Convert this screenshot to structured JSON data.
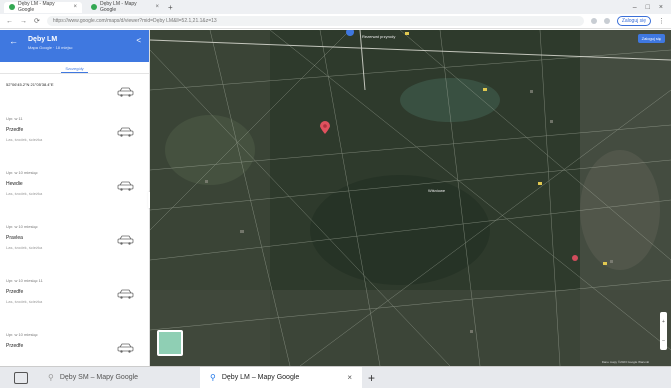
{
  "browser": {
    "tabs": [
      {
        "label": "Dęby LM - Mapy Google"
      },
      {
        "label": "Dęby LM - Mapy Google"
      }
    ],
    "address": "https://www.google.com/maps/d/viewer?mid=Dęby LM&ll=52.1,21.1&z=13",
    "profile_label": "Zaloguj się"
  },
  "panel": {
    "title": "Dęby LM",
    "subtitle": "Mapa Google · 18 miejsc",
    "tab_label": "Szczegóły",
    "first_entry": "52°06'45.2\"N 21°05'38.4\"E",
    "entries": [
      {
        "date": "",
        "name": "",
        "place": ""
      },
      {
        "date": "Upr. w 11",
        "name": "Przedfe",
        "place": "Las, środek, ścieżka"
      },
      {
        "date": "Upr. w 10 miesiąc",
        "name": "Hewdie",
        "place": "Las, środek, ścieżka"
      },
      {
        "date": "Upr. w 10 miesiąc",
        "name": "Pravlea",
        "place": "Las, środek, ścieżka"
      },
      {
        "date": "Upr. w 10 miesiąc 11",
        "name": "Przedfe",
        "place": "Las, środek, ścieżka"
      },
      {
        "date": "Upr. w 10 miesiąc",
        "name": "Przedfe",
        "place": ""
      }
    ]
  },
  "map": {
    "label_top": "Rezerwat przyrody",
    "label_center": "Wiśniowe",
    "search_button": "Zaloguj się",
    "attribution": "Dane mapy ©2023 Google  Warunki"
  },
  "taskbar": {
    "tabs": [
      {
        "label": "Dęby SM – Mapy Google"
      },
      {
        "label": "Dęby LM – Mapy Google"
      }
    ]
  },
  "colors": {
    "accent": "#3f78e0",
    "map_dark": "#2b3429",
    "pin": "#e0515e"
  }
}
